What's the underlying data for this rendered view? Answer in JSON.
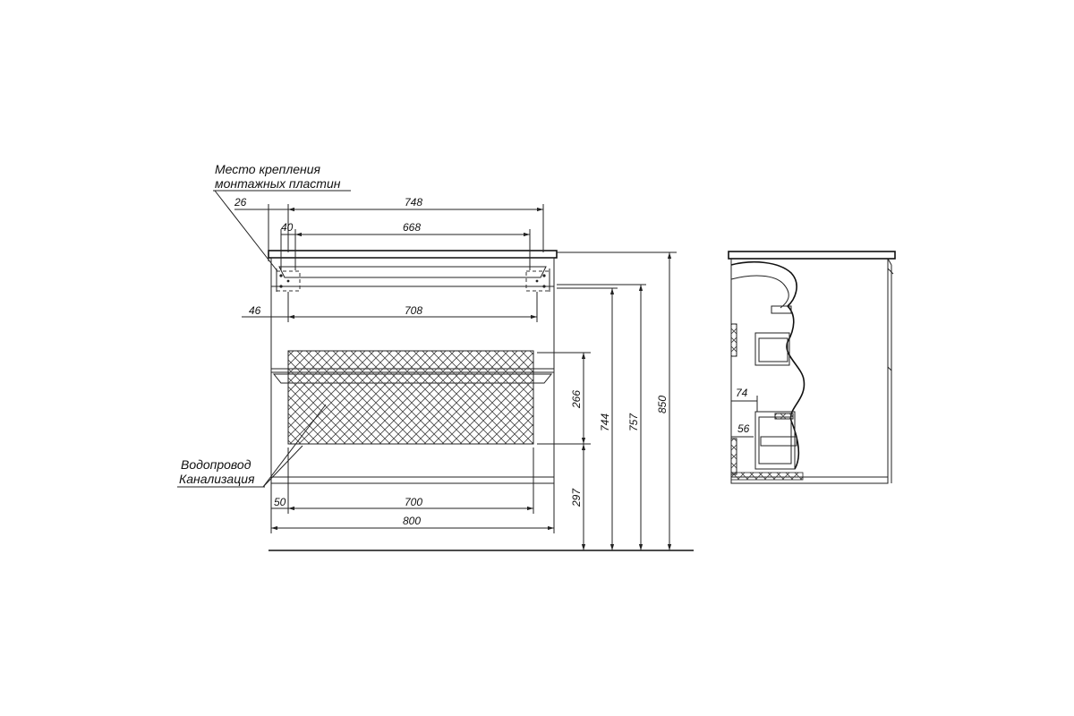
{
  "labels": {
    "mounting": [
      "Место крепления",
      "монтажных пластин"
    ],
    "pipes": [
      "Водопровод",
      "Канализация"
    ]
  },
  "dimensions": {
    "d748": "748",
    "d26": "26",
    "d40": "40",
    "d668": "668",
    "d46": "46",
    "d708": "708",
    "d50": "50",
    "d700": "700",
    "d800": "800",
    "d266": "266",
    "d297": "297",
    "d744": "744",
    "d757": "757",
    "d850": "850",
    "d74": "74",
    "d56": "56"
  },
  "colors": {
    "line": "#222222",
    "background": "#ffffff"
  }
}
